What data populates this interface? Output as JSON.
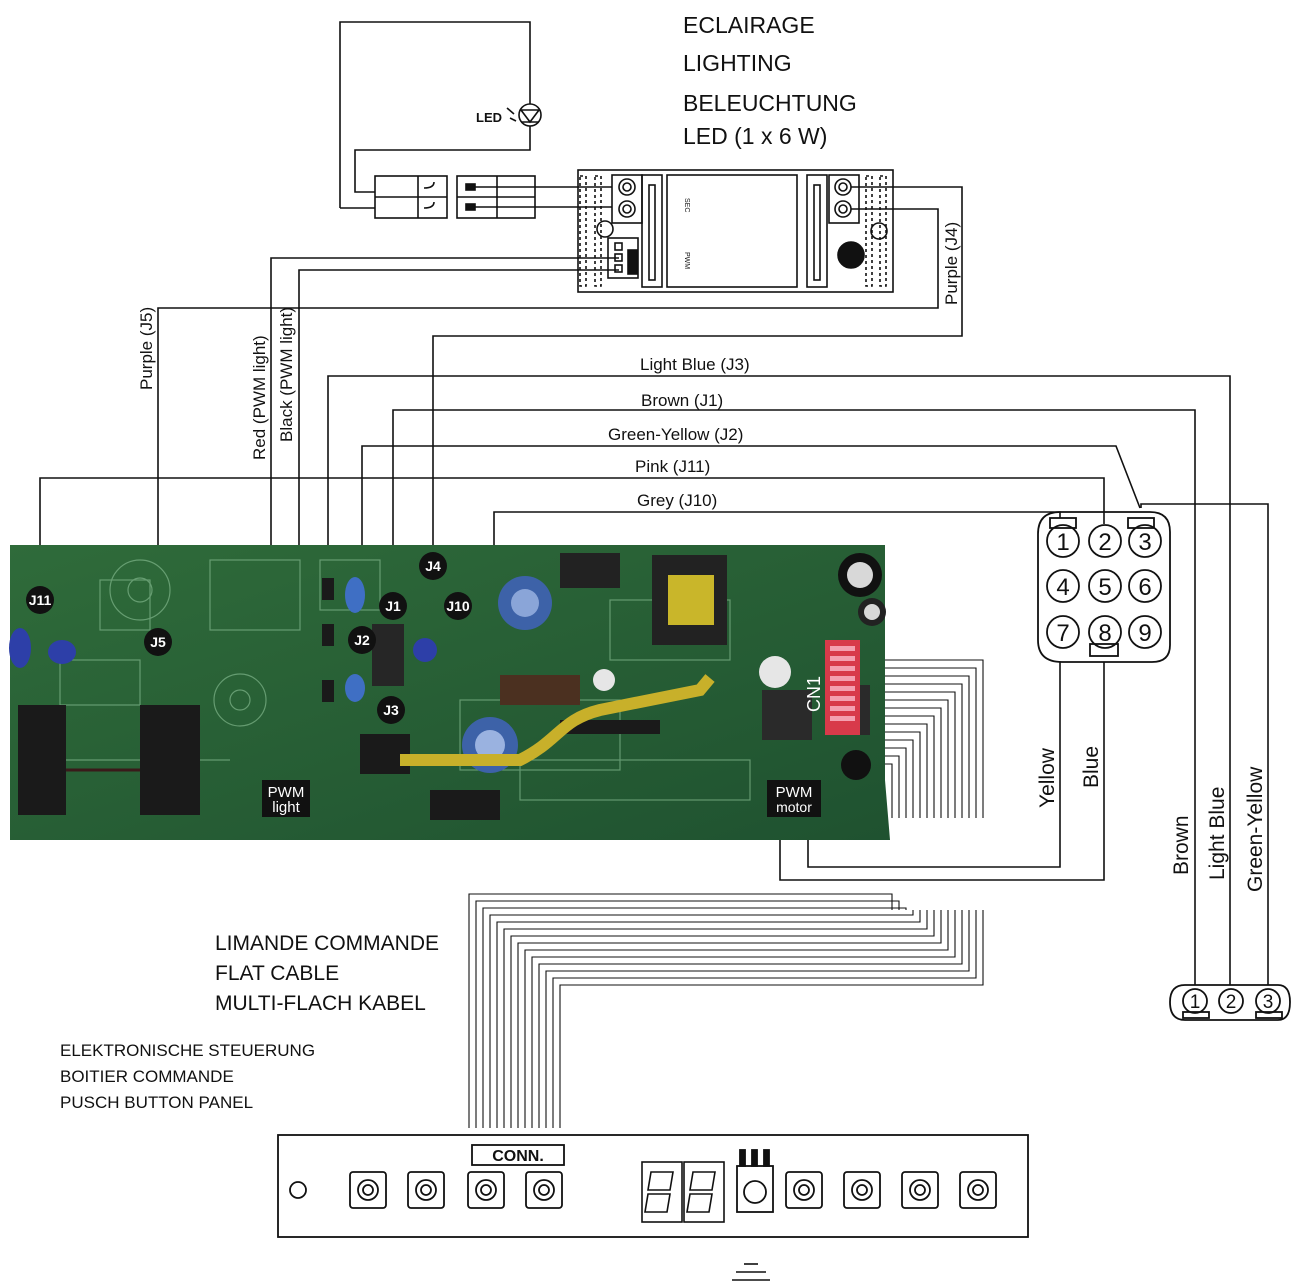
{
  "lighting_title": [
    "ECLAIRAGE",
    "LIGHTING",
    "BELEUCHTUNG",
    "LED   (1 x 6 W)"
  ],
  "led_symbol_label": "LED",
  "flat_cable_title": [
    "LIMANDE COMMANDE",
    "FLAT CABLE",
    "MULTI-FLACH KABEL"
  ],
  "control_title": [
    "ELEKTRONISCHE STEUERUNG",
    "BOITIER COMMANDE",
    "PUSCH BUTTON PANEL"
  ],
  "wires": {
    "purple_j4": "Purple (J4)",
    "purple_j5": "Purple (J5)",
    "red_pwm": "Red (PWM light)",
    "black_pwm": "Black (PWM light)",
    "light_blue_j3": "Light Blue (J3)",
    "brown_j1": "Brown (J1)",
    "green_yellow_j2": "Green-Yellow (J2)",
    "pink_j11": "Pink (J11)",
    "grey_j10": "Grey (J10)",
    "yellow": "Yellow",
    "blue": "Blue",
    "brown": "Brown",
    "light_blue": "Light Blue",
    "green_yellow": "Green-Yellow"
  },
  "board_labels": {
    "j11": "J11",
    "j5": "J5",
    "j4": "J4",
    "j1": "J1",
    "j10": "J10",
    "j2": "J2",
    "j3": "J3",
    "cn1": "CN1",
    "pwm_light": [
      "PWM",
      "light"
    ],
    "pwm_motor": [
      "PWM",
      "motor"
    ]
  },
  "driver_labels": {
    "sec": "SEC",
    "pwm": "PWM"
  },
  "connector9": [
    "1",
    "2",
    "3",
    "4",
    "5",
    "6",
    "7",
    "8",
    "9"
  ],
  "connector3": [
    "1",
    "2",
    "3"
  ],
  "panel_conn_label": "CONN."
}
